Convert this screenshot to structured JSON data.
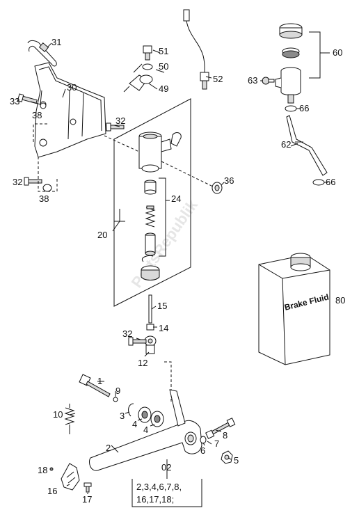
{
  "watermark": "PartsRepublik",
  "labels": {
    "p31": "31",
    "p30": "30",
    "p33": "33",
    "p38a": "38",
    "p32a": "32",
    "p38b": "38",
    "p51": "51",
    "p50": "50",
    "p49": "49",
    "p52": "52",
    "p32b": "32",
    "p60": "60",
    "p63": "63",
    "p66a": "66",
    "p62": "62",
    "p66b": "66",
    "p36": "36",
    "p24": "24",
    "p20": "20",
    "p80": "80",
    "p15": "15",
    "p14": "14",
    "p32c": "32",
    "p12": "12",
    "p1": "1",
    "p9": "9",
    "p10": "10",
    "p3": "3",
    "p4a": "4",
    "p4b": "4",
    "p8": "8",
    "p2": "2",
    "p7": "7",
    "p6": "6",
    "p5": "5",
    "p18": "18",
    "p16": "16",
    "p17": "17",
    "p02": "02"
  },
  "brake_fluid_text": "Brake Fluid",
  "kit_lines": [
    "2,3,4,6,7,8,",
    "16,17,18;"
  ]
}
